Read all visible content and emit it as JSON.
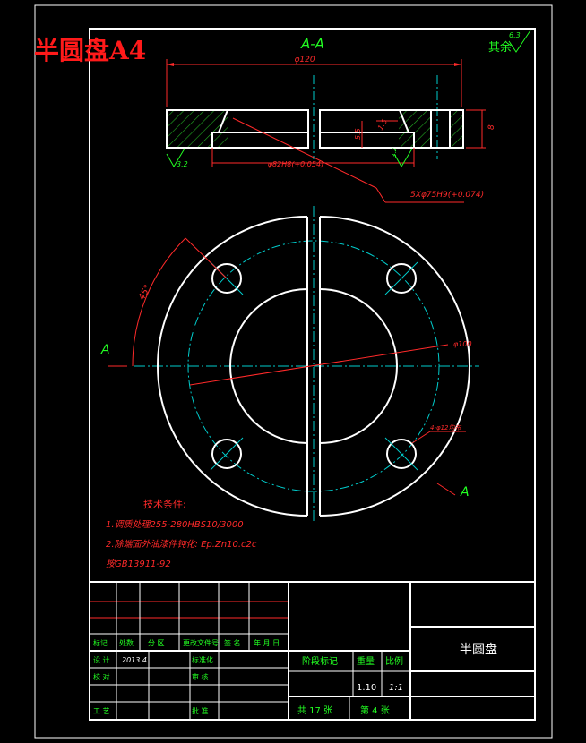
{
  "header": {
    "title": "半圆盘A4"
  },
  "section_view": {
    "label": "A-A",
    "dim_overall": "φ120",
    "dim_bore": "φ82H8(+0.054)",
    "dim_bolt_circle": "5Xφ75H9(+0.074)",
    "dim_height_right": "8",
    "dim_height_small": "5.5",
    "dim_chamfer": "1.5",
    "roughness_left": "3.2",
    "roughness_right": "3.2"
  },
  "roughness_other": {
    "label": "其余",
    "value": "6.3"
  },
  "plan_view": {
    "angle_label": "45°",
    "cut_label_left": "A",
    "cut_label_right": "A",
    "dim_pcd": "φ100",
    "dim_holes": "4-φ12均布"
  },
  "tech_requirements": {
    "heading": "技术条件:",
    "items": [
      "1.调质处理255-280HBS10/3000",
      "2.除端面外油漆件钝化: Ep.Zn10.c2c",
      "  按GB13911-92"
    ]
  },
  "title_block": {
    "part_name": "半圆盘",
    "labels": {
      "mark": "标记",
      "count": "处数",
      "zone": "分 区",
      "change_doc": "更改文件号",
      "signature": "签 名",
      "date": "年 月 日",
      "designer": "设 计",
      "designer_date": "2013.4",
      "standardization": "标准化",
      "checker": "审 核",
      "process": "工 艺",
      "approve": "批 准",
      "drafter": "校 对",
      "stage_mark": "阶段标记",
      "weight": "重量",
      "scale": "比例",
      "weight_value": "1.10",
      "scale_value": "1:1",
      "total_sheets": "共 17 张",
      "sheet_no": "第 4 张"
    }
  },
  "colors": {
    "outline": "#ffffff",
    "dimension": "#ff2a2a",
    "centerline": "#00cccc",
    "annotation": "#22ff22",
    "title": "#ff1a1a"
  }
}
